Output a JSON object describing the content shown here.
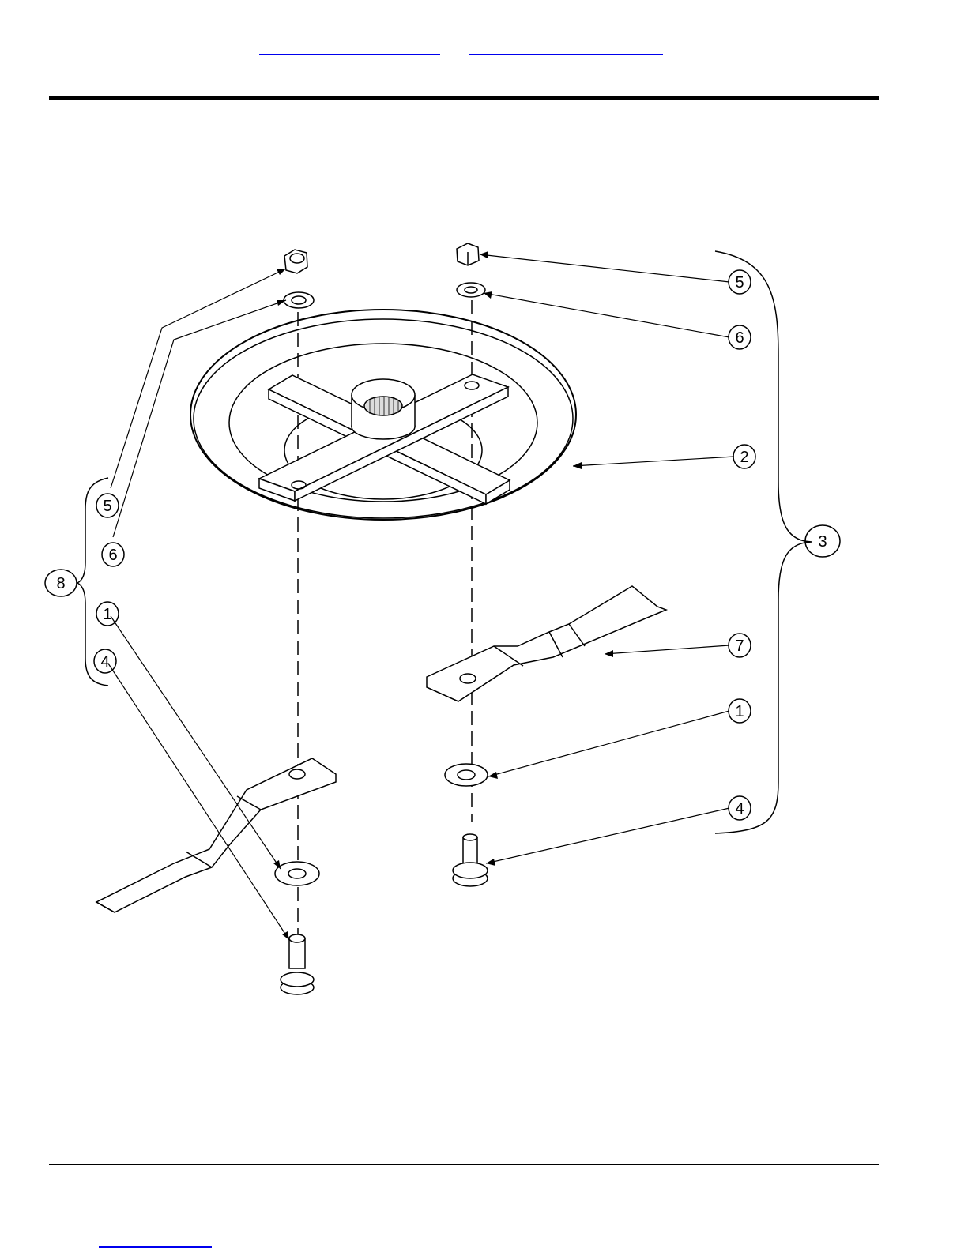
{
  "links": {
    "prev_label": "",
    "next_label": "",
    "bottom_label": ""
  },
  "colors": {
    "link": "#0000ee",
    "ink": "#000000",
    "background": "#ffffff"
  },
  "callouts": {
    "c1_left": "1",
    "c1_right": "1",
    "c2": "2",
    "c3": "3",
    "c4_left": "4",
    "c4_right": "4",
    "c5_left": "5",
    "c5_right": "5",
    "c6_left": "6",
    "c6_right": "6",
    "c7": "7",
    "c8": "8"
  }
}
